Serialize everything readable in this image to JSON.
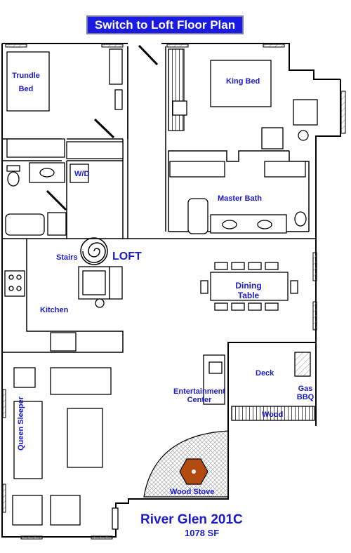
{
  "switch_button": "Switch to Loft Floor Plan",
  "labels": {
    "trundle1": "Trundle",
    "trundle2": "Bed",
    "king_bed": "King Bed",
    "wd": "W/D",
    "master_bath": "Master Bath",
    "stairs": "Stairs",
    "loft": "LOFT",
    "dining1": "Dining",
    "dining2": "Table",
    "kitchen": "Kitchen",
    "deck": "Deck",
    "gas1": "Gas",
    "gas2": "BBQ",
    "ent1": "Entertainment",
    "ent2": "Center",
    "wood": "Wood",
    "queen_sleeper": "Queen Sleeper",
    "wood_stove": "Wood Stove",
    "unit_name": "River Glen 201C",
    "unit_size": "1078 SF"
  },
  "colors": {
    "label": "#1a1acc",
    "button": "#1a1ae0",
    "stove": "#b34a10",
    "wall": "#000000"
  }
}
